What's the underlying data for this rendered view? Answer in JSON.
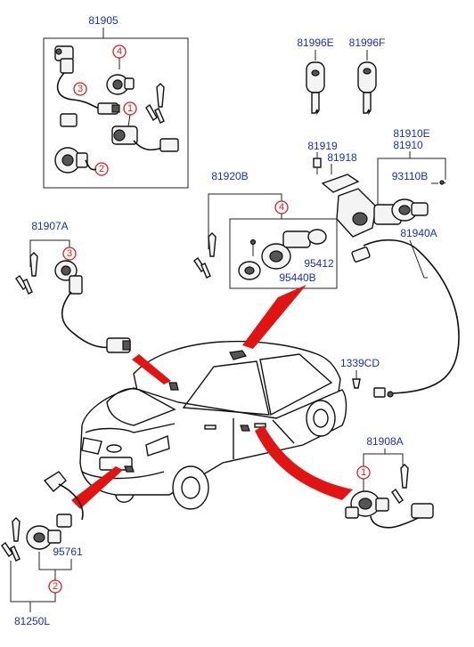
{
  "labels": {
    "p81905": "81905",
    "p81996E": "81996E",
    "p81996F": "81996F",
    "p81919": "81919",
    "p81918": "81918",
    "p81910E": "81910E",
    "p81910": "81910",
    "p93110B": "93110B",
    "p81920B": "81920B",
    "p95412": "95412",
    "p95440B": "95440B",
    "p81907A": "81907A",
    "p81940A": "81940A",
    "p1339CD": "1339CD",
    "p81908A": "81908A",
    "p95761": "95761",
    "p81250L": "81250L"
  },
  "callouts": {
    "c1_top": "1",
    "c2_top": "2",
    "c3_top": "3",
    "c4_top": "4",
    "c4_mid": "4",
    "c3_left": "3",
    "c1_right": "1",
    "c2_bottom": "2"
  },
  "colors": {
    "label_blue": "#1a2fb8",
    "callout_red": "#d81e1e",
    "arrow_red": "#e11414",
    "line": "#222222"
  }
}
